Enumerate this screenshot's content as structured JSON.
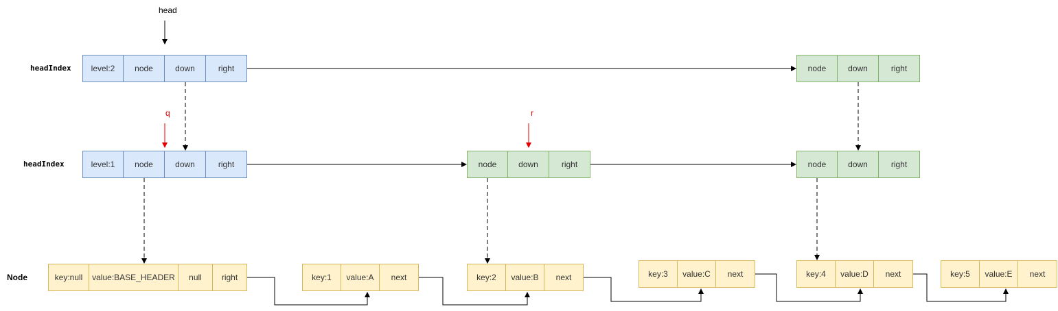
{
  "labels": {
    "head": "head",
    "q": "q",
    "r": "r",
    "row1": "headIndex",
    "row2": "headIndex",
    "row3": "Node"
  },
  "colors": {
    "index_head": "#dae8fc",
    "index": "#d5e8d4",
    "node": "#fff2cc",
    "pointer": "#e00000"
  },
  "boxes": {
    "h2": [
      "level:2",
      "node",
      "down",
      "right"
    ],
    "i2d": [
      "node",
      "down",
      "right"
    ],
    "h1": [
      "level:1",
      "node",
      "down",
      "right"
    ],
    "i1b": [
      "node",
      "down",
      "right"
    ],
    "i1d": [
      "node",
      "down",
      "right"
    ],
    "n0": [
      "key:null",
      "value:BASE_HEADER",
      "null",
      "right"
    ],
    "n1": [
      "key:1",
      "value:A",
      "next"
    ],
    "n2": [
      "key:2",
      "value:B",
      "next"
    ],
    "n3": [
      "key:3",
      "value:C",
      "next"
    ],
    "n4": [
      "key:4",
      "value:D",
      "next"
    ],
    "n5": [
      "key:5",
      "value:E",
      "next"
    ]
  }
}
